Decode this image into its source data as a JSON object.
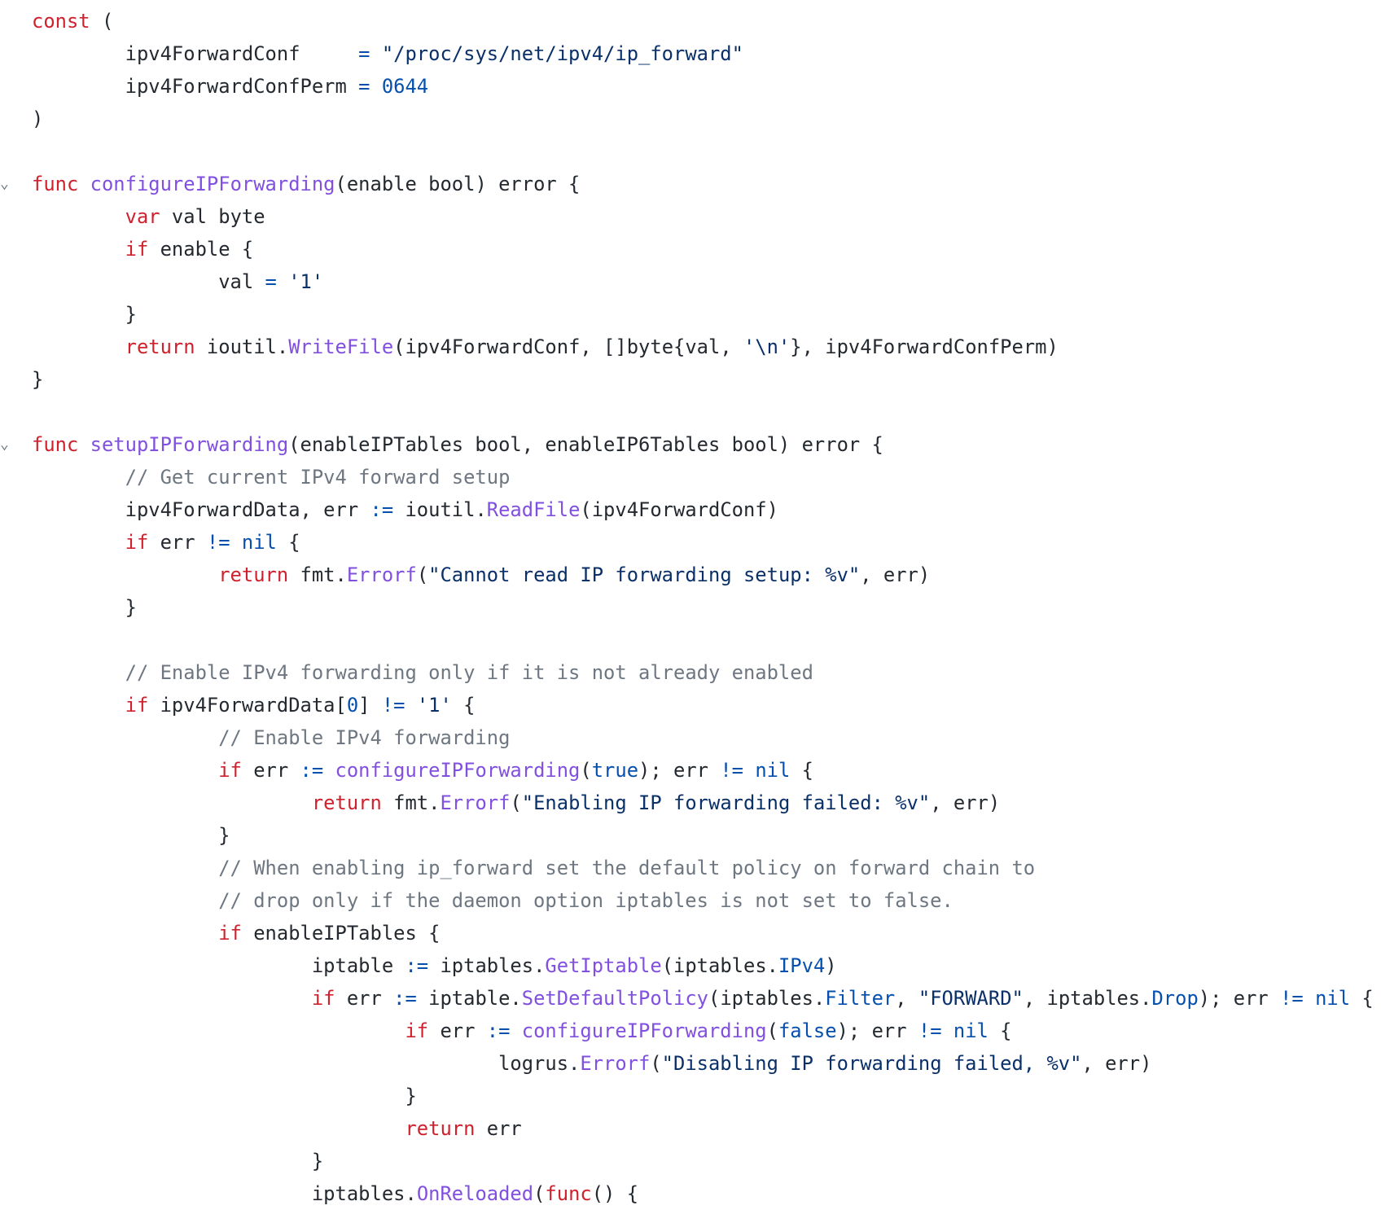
{
  "colors": {
    "keyword": "#cf222e",
    "function": "#8250df",
    "constant": "#0550ae",
    "string": "#0a3069",
    "comment": "#6e7781",
    "text": "#24292f"
  },
  "fold_icon": "chevron-down-icon",
  "code": {
    "fold_lines": [
      5,
      13
    ],
    "lines": [
      [
        [
          "k",
          "const"
        ],
        [
          "t",
          " ("
        ]
      ],
      [
        [
          "t",
          "\tipv4ForwardConf     "
        ],
        [
          "c",
          "="
        ],
        [
          "t",
          " "
        ],
        [
          "s",
          "\"/proc/sys/net/ipv4/ip_forward\""
        ]
      ],
      [
        [
          "t",
          "\tipv4ForwardConfPerm "
        ],
        [
          "c",
          "="
        ],
        [
          "t",
          " "
        ],
        [
          "c",
          "0644"
        ]
      ],
      [
        [
          "t",
          ")"
        ]
      ],
      [],
      [
        [
          "k",
          "func"
        ],
        [
          "t",
          " "
        ],
        [
          "f",
          "configureIPForwarding"
        ],
        [
          "t",
          "(enable bool) error {"
        ]
      ],
      [
        [
          "t",
          "\t"
        ],
        [
          "k",
          "var"
        ],
        [
          "t",
          " val byte"
        ]
      ],
      [
        [
          "t",
          "\t"
        ],
        [
          "k",
          "if"
        ],
        [
          "t",
          " enable {"
        ]
      ],
      [
        [
          "t",
          "\t\tval "
        ],
        [
          "c",
          "="
        ],
        [
          "t",
          " "
        ],
        [
          "s",
          "'1'"
        ]
      ],
      [
        [
          "t",
          "\t}"
        ]
      ],
      [
        [
          "t",
          "\t"
        ],
        [
          "k",
          "return"
        ],
        [
          "t",
          " ioutil."
        ],
        [
          "f",
          "WriteFile"
        ],
        [
          "t",
          "(ipv4ForwardConf, []byte{val, "
        ],
        [
          "s",
          "'\\n'"
        ],
        [
          "t",
          "}, ipv4ForwardConfPerm)"
        ]
      ],
      [
        [
          "t",
          "}"
        ]
      ],
      [],
      [
        [
          "k",
          "func"
        ],
        [
          "t",
          " "
        ],
        [
          "f",
          "setupIPForwarding"
        ],
        [
          "t",
          "(enableIPTables bool, enableIP6Tables bool) error {"
        ]
      ],
      [
        [
          "t",
          "\t"
        ],
        [
          "m",
          "// Get current IPv4 forward setup"
        ]
      ],
      [
        [
          "t",
          "\tipv4ForwardData, err "
        ],
        [
          "c",
          ":="
        ],
        [
          "t",
          " ioutil."
        ],
        [
          "f",
          "ReadFile"
        ],
        [
          "t",
          "(ipv4ForwardConf)"
        ]
      ],
      [
        [
          "t",
          "\t"
        ],
        [
          "k",
          "if"
        ],
        [
          "t",
          " err "
        ],
        [
          "c",
          "!="
        ],
        [
          "t",
          " "
        ],
        [
          "c",
          "nil"
        ],
        [
          "t",
          " {"
        ]
      ],
      [
        [
          "t",
          "\t\t"
        ],
        [
          "k",
          "return"
        ],
        [
          "t",
          " fmt."
        ],
        [
          "f",
          "Errorf"
        ],
        [
          "t",
          "("
        ],
        [
          "s",
          "\"Cannot read IP forwarding setup: %v\""
        ],
        [
          "t",
          ", err)"
        ]
      ],
      [
        [
          "t",
          "\t}"
        ]
      ],
      [],
      [
        [
          "t",
          "\t"
        ],
        [
          "m",
          "// Enable IPv4 forwarding only if it is not already enabled"
        ]
      ],
      [
        [
          "t",
          "\t"
        ],
        [
          "k",
          "if"
        ],
        [
          "t",
          " ipv4ForwardData["
        ],
        [
          "c",
          "0"
        ],
        [
          "t",
          "] "
        ],
        [
          "c",
          "!="
        ],
        [
          "t",
          " "
        ],
        [
          "s",
          "'1'"
        ],
        [
          "t",
          " {"
        ]
      ],
      [
        [
          "t",
          "\t\t"
        ],
        [
          "m",
          "// Enable IPv4 forwarding"
        ]
      ],
      [
        [
          "t",
          "\t\t"
        ],
        [
          "k",
          "if"
        ],
        [
          "t",
          " err "
        ],
        [
          "c",
          ":="
        ],
        [
          "t",
          " "
        ],
        [
          "f",
          "configureIPForwarding"
        ],
        [
          "t",
          "("
        ],
        [
          "c",
          "true"
        ],
        [
          "t",
          "); err "
        ],
        [
          "c",
          "!="
        ],
        [
          "t",
          " "
        ],
        [
          "c",
          "nil"
        ],
        [
          "t",
          " {"
        ]
      ],
      [
        [
          "t",
          "\t\t\t"
        ],
        [
          "k",
          "return"
        ],
        [
          "t",
          " fmt."
        ],
        [
          "f",
          "Errorf"
        ],
        [
          "t",
          "("
        ],
        [
          "s",
          "\"Enabling IP forwarding failed: %v\""
        ],
        [
          "t",
          ", err)"
        ]
      ],
      [
        [
          "t",
          "\t\t}"
        ]
      ],
      [
        [
          "t",
          "\t\t"
        ],
        [
          "m",
          "// When enabling ip_forward set the default policy on forward chain to"
        ]
      ],
      [
        [
          "t",
          "\t\t"
        ],
        [
          "m",
          "// drop only if the daemon option iptables is not set to false."
        ]
      ],
      [
        [
          "t",
          "\t\t"
        ],
        [
          "k",
          "if"
        ],
        [
          "t",
          " enableIPTables {"
        ]
      ],
      [
        [
          "t",
          "\t\t\tiptable "
        ],
        [
          "c",
          ":="
        ],
        [
          "t",
          " iptables."
        ],
        [
          "f",
          "GetIptable"
        ],
        [
          "t",
          "(iptables."
        ],
        [
          "c",
          "IPv4"
        ],
        [
          "t",
          ")"
        ]
      ],
      [
        [
          "t",
          "\t\t\t"
        ],
        [
          "k",
          "if"
        ],
        [
          "t",
          " err "
        ],
        [
          "c",
          ":="
        ],
        [
          "t",
          " iptable."
        ],
        [
          "f",
          "SetDefaultPolicy"
        ],
        [
          "t",
          "(iptables."
        ],
        [
          "c",
          "Filter"
        ],
        [
          "t",
          ", "
        ],
        [
          "s",
          "\"FORWARD\""
        ],
        [
          "t",
          ", iptables."
        ],
        [
          "c",
          "Drop"
        ],
        [
          "t",
          "); err "
        ],
        [
          "c",
          "!="
        ],
        [
          "t",
          " "
        ],
        [
          "c",
          "nil"
        ],
        [
          "t",
          " {"
        ]
      ],
      [
        [
          "t",
          "\t\t\t\t"
        ],
        [
          "k",
          "if"
        ],
        [
          "t",
          " err "
        ],
        [
          "c",
          ":="
        ],
        [
          "t",
          " "
        ],
        [
          "f",
          "configureIPForwarding"
        ],
        [
          "t",
          "("
        ],
        [
          "c",
          "false"
        ],
        [
          "t",
          "); err "
        ],
        [
          "c",
          "!="
        ],
        [
          "t",
          " "
        ],
        [
          "c",
          "nil"
        ],
        [
          "t",
          " {"
        ]
      ],
      [
        [
          "t",
          "\t\t\t\t\tlogrus."
        ],
        [
          "f",
          "Errorf"
        ],
        [
          "t",
          "("
        ],
        [
          "s",
          "\"Disabling IP forwarding failed, %v\""
        ],
        [
          "t",
          ", err)"
        ]
      ],
      [
        [
          "t",
          "\t\t\t\t}"
        ]
      ],
      [
        [
          "t",
          "\t\t\t\t"
        ],
        [
          "k",
          "return"
        ],
        [
          "t",
          " err"
        ]
      ],
      [
        [
          "t",
          "\t\t\t}"
        ]
      ],
      [
        [
          "t",
          "\t\t\tiptables."
        ],
        [
          "f",
          "OnReloaded"
        ],
        [
          "t",
          "("
        ],
        [
          "k",
          "func"
        ],
        [
          "t",
          "() {"
        ]
      ]
    ]
  }
}
